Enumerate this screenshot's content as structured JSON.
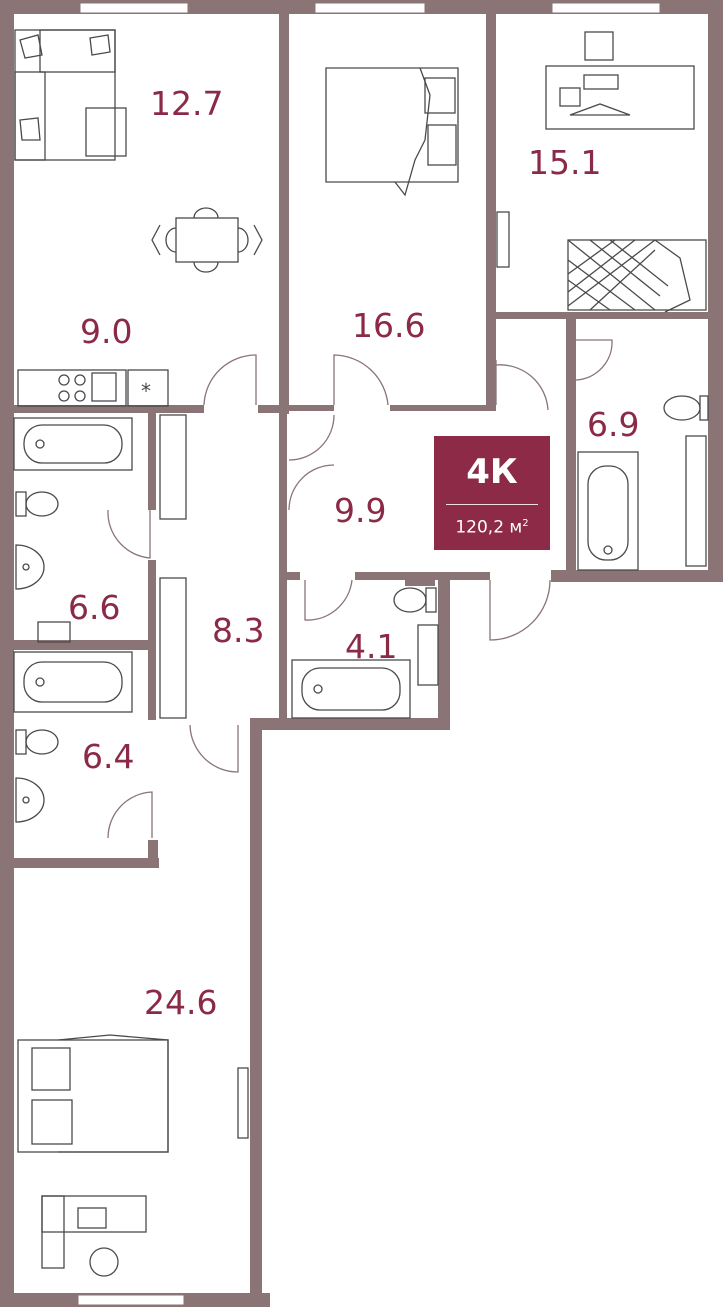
{
  "plan": {
    "apartment_type": "4К",
    "total_area": "120,2 м",
    "total_area_unit_power": "2",
    "rooms": [
      {
        "id": "living",
        "area": "12.7"
      },
      {
        "id": "kitchen",
        "area": "9.0"
      },
      {
        "id": "bedroom-1",
        "area": "16.6"
      },
      {
        "id": "bedroom-2",
        "area": "15.1"
      },
      {
        "id": "bathroom-east",
        "area": "6.9"
      },
      {
        "id": "hall",
        "area": "9.9"
      },
      {
        "id": "bathroom-1",
        "area": "6.6"
      },
      {
        "id": "corridor",
        "area": "8.3"
      },
      {
        "id": "wc",
        "area": "4.1"
      },
      {
        "id": "bathroom-2",
        "area": "6.4"
      },
      {
        "id": "master-bedroom",
        "area": "24.6"
      }
    ]
  },
  "colors": {
    "accent": "#8c2a47",
    "walls": "#8a7475",
    "text_on_accent": "#ffffff"
  }
}
